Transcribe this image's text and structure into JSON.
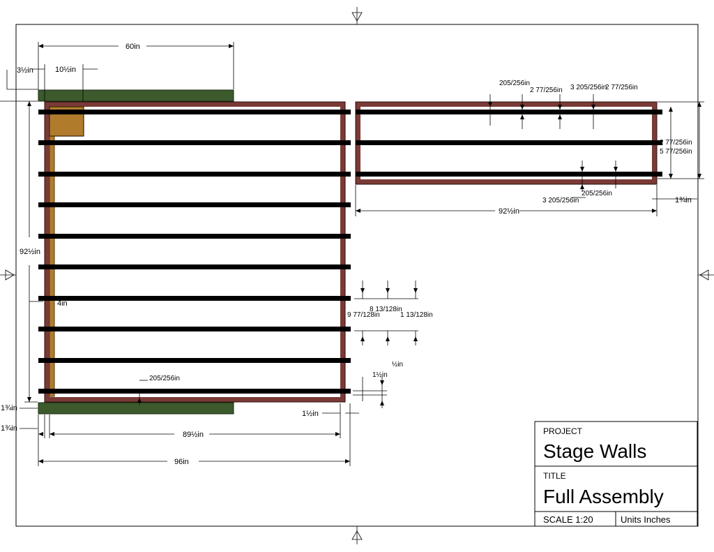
{
  "title_block": {
    "project_label": "PROJECT",
    "project_value": "Stage Walls",
    "title_label": "TITLE",
    "title_value": "Full Assembly",
    "scale": "SCALE 1:20",
    "units": "Units Inches"
  },
  "dimensions": {
    "d60": "60in",
    "d3half": "3½in",
    "d10half": "10½in",
    "d92half_left": "92½in",
    "d4": "4in",
    "d1_3q_a": "1¾in",
    "d1_3q_b": "1¾in",
    "d89half": "89½in",
    "d96": "96in",
    "d205_bottom": "205/256in",
    "d1half_corner": "1½in",
    "d1half_a": "1½in",
    "d1half_b": "½in",
    "d9": "9 77/128in",
    "d8": "8 13/128in",
    "d1_13": "1 13/128in",
    "d205_top": "205/256in",
    "d2_77a": "2 77/256in",
    "d3_205": "3 205/256in",
    "d2_77b": "2 77/256in",
    "d2_77c": "2 77/256in",
    "d5_77": "5 77/256in",
    "d3_205_low": "3 205/256in",
    "d205_low": "205/256in",
    "d1_3q_right": "1¾in",
    "d92half_right": "92½in"
  },
  "colors": {
    "frame": "#7a3a36",
    "green_plate": "#3d5a2c",
    "tan_block": "#b07c2c",
    "slat": "#000000"
  }
}
